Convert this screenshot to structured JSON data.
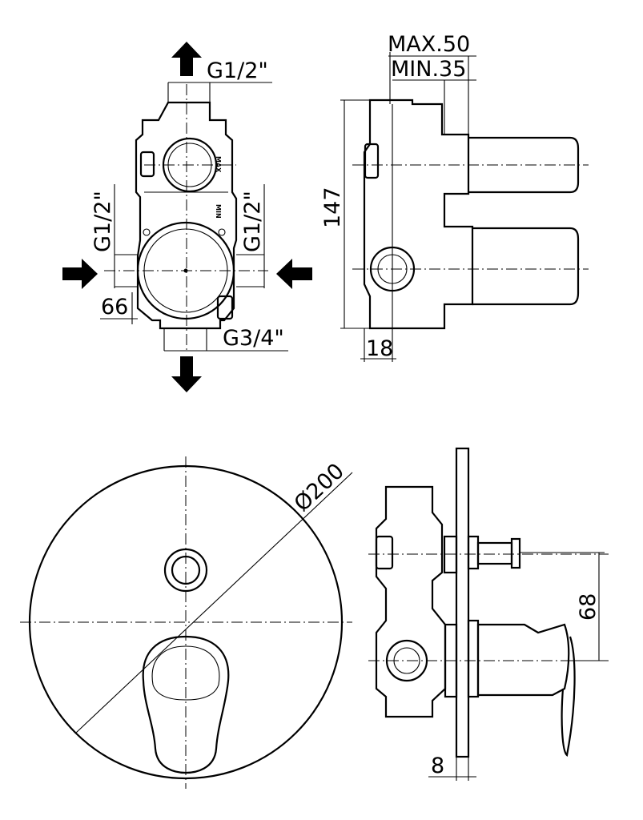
{
  "top_front": {
    "outlet_top": "G1/2\"",
    "inlet_left": "G1/2\"",
    "inlet_right": "G1/2\"",
    "outlet_bottom": "G3/4\"",
    "width_dim": "66",
    "marking_max": "MAX",
    "marking_min": "MIN"
  },
  "top_side": {
    "depth_max": "MAX.50",
    "depth_min": "MIN.35",
    "height_dim": "147",
    "offset_dim": "18"
  },
  "bottom_front": {
    "diameter": "Ø200"
  },
  "bottom_side": {
    "handle_spacing": "68",
    "plate_thickness": "8"
  }
}
